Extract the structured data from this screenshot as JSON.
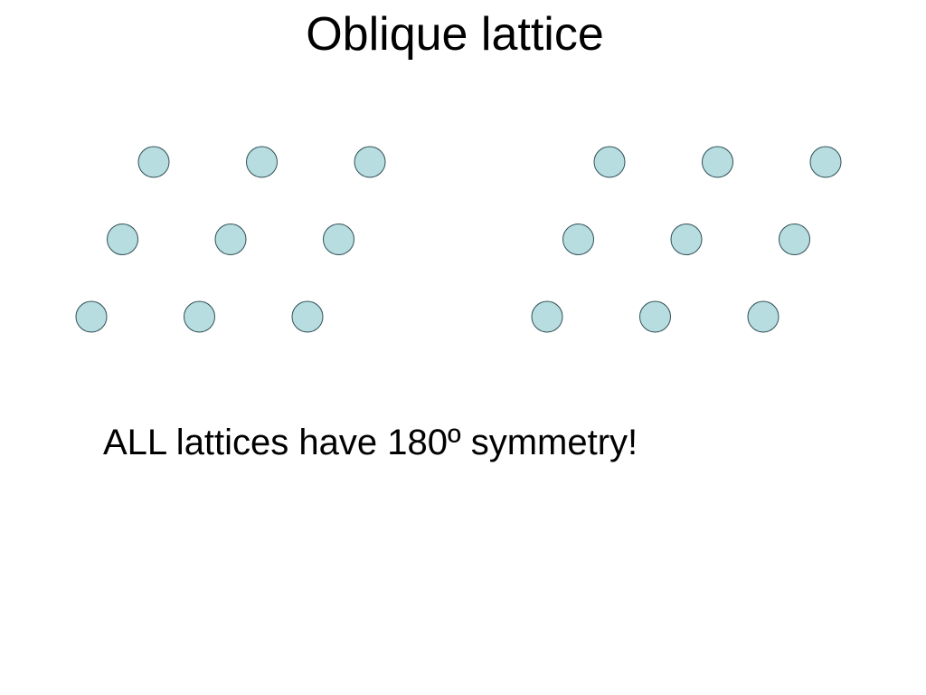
{
  "slide": {
    "title": "Oblique lattice",
    "note": "ALL lattices have 180º symmetry!"
  },
  "lattice": {
    "panels": 2,
    "rows": 3,
    "columns": 3,
    "point_fill": "#b7dde0",
    "point_stroke": "#2f4f55"
  },
  "colors": {
    "background": "#ffffff",
    "text": "#000000"
  }
}
